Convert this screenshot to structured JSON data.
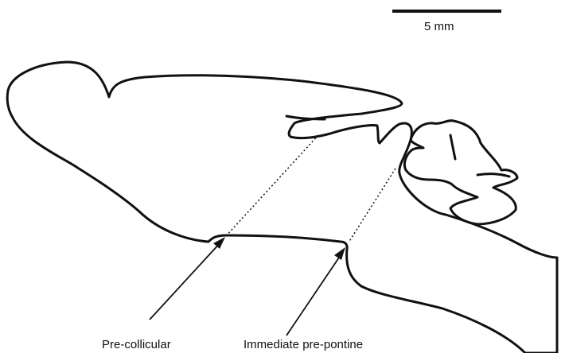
{
  "scale_bar": {
    "label": "5 mm"
  },
  "labels": {
    "pre_collicular": "Pre-collicular",
    "pre_pontine": "Immediate pre-pontine"
  },
  "colors": {
    "ink": "#111111",
    "background": "#ffffff"
  }
}
